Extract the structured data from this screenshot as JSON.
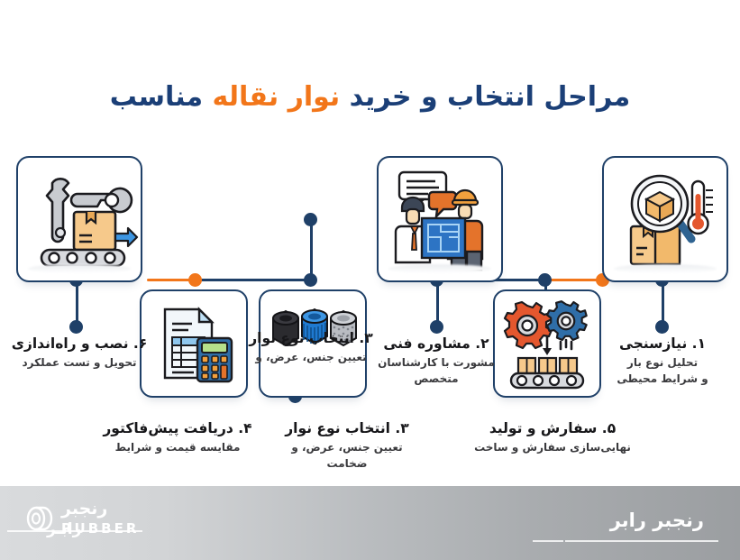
{
  "title": {
    "before": "مراحل انتخاب و خرید ",
    "highlight": "نوار نقاله",
    "after": " مناسب",
    "color_navy": "#1b3f77",
    "color_orange": "#f2761a"
  },
  "theme": {
    "navy": "#1f4068",
    "orange": "#f2761a",
    "card_border": "#1f4068",
    "background": "#ffffff",
    "footer_gray": "#b9bcbf"
  },
  "steps": [
    {
      "index": "۱",
      "head": "۱. نیازسنجی",
      "sub_line1": "تحلیل نوع بار",
      "sub_line2": "و شرایط محیطی",
      "icon": "box-magnifier-thermometer-icon",
      "row": "top"
    },
    {
      "index": "۲",
      "head": "۲. مشاوره فنی",
      "sub_line1": "مشورت با کارشناسان",
      "sub_line2": "متخصص",
      "icon": "consultation-blueprint-icon",
      "row": "top"
    },
    {
      "index": "۳",
      "head": "۳. انتخاب نوع نوار",
      "sub_line1": "تعیین جنس، عرض، و",
      "sub_line2": "",
      "icon": "conveyor-belt-rolls-icon",
      "row": "bottom-card-top-label"
    },
    {
      "index": "۳",
      "head": "۳. انتخاب نوع نوار",
      "sub_line1": "تعیین جنس، عرض، و ضخامت",
      "sub_line2": "",
      "icon": "conveyor-belt-rolls-icon",
      "row": "bottom"
    },
    {
      "index": "۴",
      "head": "۴. دریافت پیش‌فاکتور",
      "sub_line1": "مقایسه قیمت و شرایط",
      "sub_line2": "",
      "icon": "invoice-calculator-icon",
      "row": "bottom"
    },
    {
      "index": "۵",
      "head": "۵. سفارش و تولید",
      "sub_line1": "نهایی‌سازی سفارش و ساخت",
      "sub_line2": "",
      "icon": "gears-conveyor-boxes-icon",
      "row": "bottom"
    },
    {
      "index": "۶",
      "head": "۶. نصب و راه‌اندازی",
      "sub_line1": "تحویل و تست عملکرد",
      "sub_line2": "",
      "icon": "wrench-conveyor-box-icon",
      "row": "top"
    }
  ],
  "footer": {
    "logo_fa": "رنجبر",
    "logo_fa2": "رابـر",
    "logo_en": "RUBBER",
    "brand_right": "رنجبر رابر",
    "logo_icon": "rubber-roll-icon"
  }
}
